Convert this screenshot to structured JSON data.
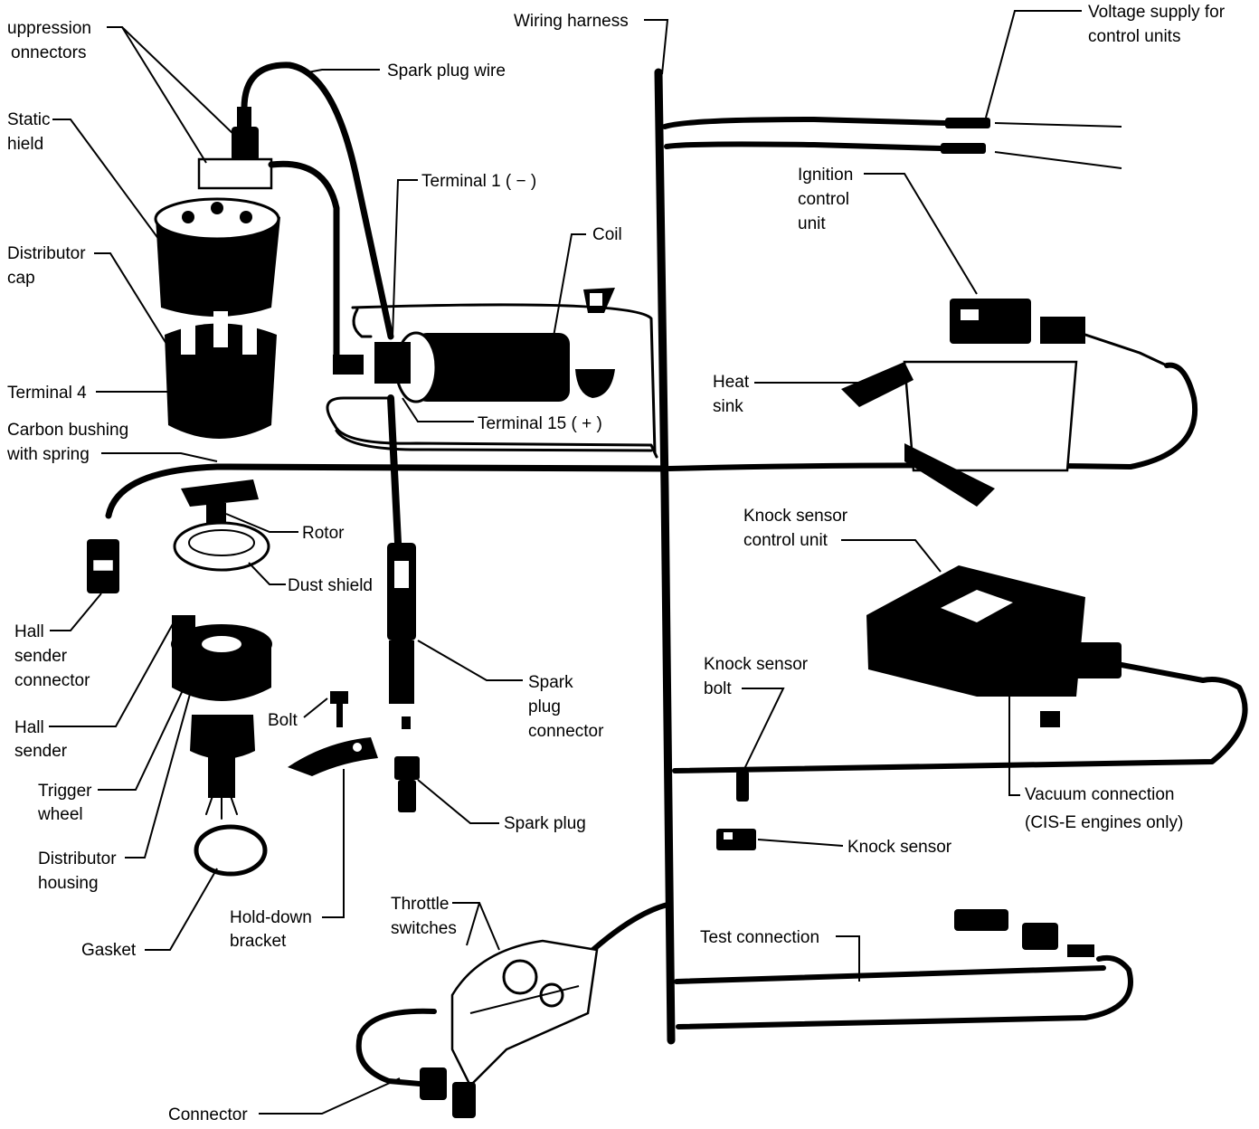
{
  "diagram": {
    "labels": {
      "suppression_line1": "uppression",
      "suppression_line2": "onnectors",
      "static_line1": "Static",
      "static_line2": "hield",
      "distributor_cap_line1": "Distributor",
      "distributor_cap_line2": "cap",
      "terminal4": "Terminal 4",
      "carbon_line1": "Carbon bushing",
      "carbon_line2": "with spring",
      "hall_sender_conn_line1": "Hall",
      "hall_sender_conn_line2": "sender",
      "hall_sender_conn_line3": "connector",
      "hall_sender_line1": "Hall",
      "hall_sender_line2": "sender",
      "trigger_line1": "Trigger",
      "trigger_line2": "wheel",
      "dist_housing_line1": "Distributor",
      "dist_housing_line2": "housing",
      "gasket": "Gasket",
      "rotor": "Rotor",
      "dust_shield": "Dust shield",
      "bolt": "Bolt",
      "holddown_line1": "Hold-down",
      "holddown_line2": "bracket",
      "spark_plug_wire": "Spark plug wire",
      "terminal1": "Terminal 1 ( − )",
      "coil": "Coil",
      "terminal15": "Terminal 15 ( + )",
      "spark_conn_line1": "Spark",
      "spark_conn_line2": "plug",
      "spark_conn_line3": "connector",
      "spark_plug": "Spark plug",
      "throttle_line1": "Throttle",
      "throttle_line2": "switches",
      "connector": "Connector",
      "wiring_harness": "Wiring harness",
      "voltage_line1": "Voltage supply for",
      "voltage_line2": "control units",
      "ignition_line1": "Ignition",
      "ignition_line2": "control",
      "ignition_line3": "unit",
      "heat_sink_line1": "Heat",
      "heat_sink_line2": "sink",
      "knock_cu_line1": "Knock sensor",
      "knock_cu_line2": "control unit",
      "knock_bolt_line1": "Knock sensor",
      "knock_bolt_line2": "bolt",
      "vacuum_line1": "Vacuum connection",
      "vacuum_line2": "(CIS-E engines only)",
      "knock_sensor": "Knock sensor",
      "test_connection": "Test connection"
    }
  }
}
